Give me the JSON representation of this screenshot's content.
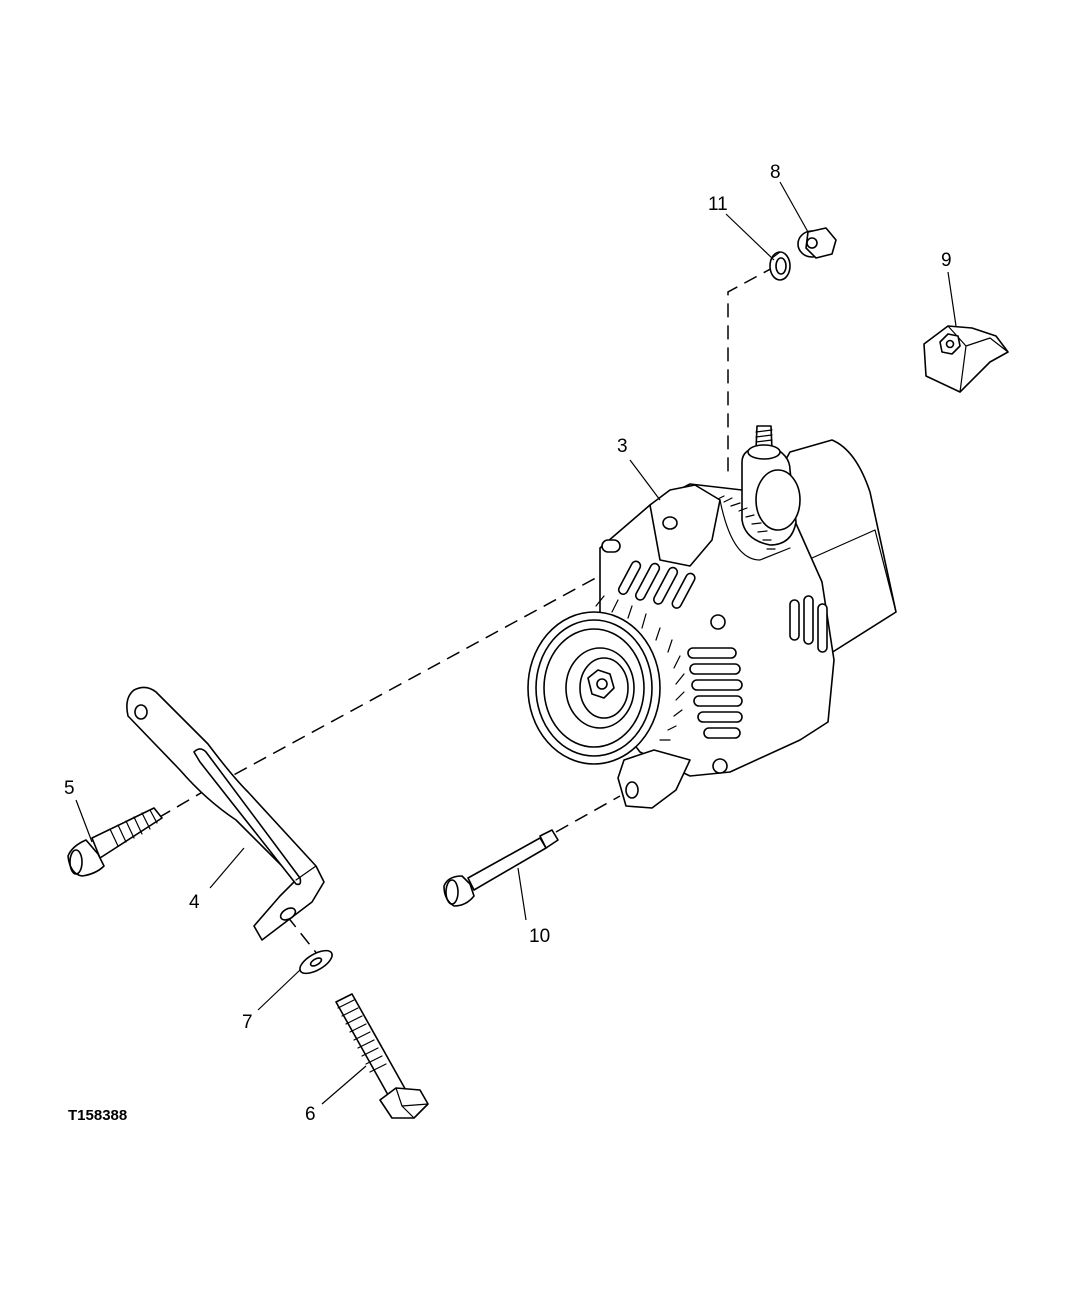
{
  "figure_id": "T158388",
  "callouts": {
    "c3": "3",
    "c4": "4",
    "c5": "5",
    "c6": "6",
    "c7": "7",
    "c8": "8",
    "c9": "9",
    "c10": "10",
    "c11": "11"
  },
  "colors": {
    "line": "#000000",
    "background": "#ffffff"
  }
}
